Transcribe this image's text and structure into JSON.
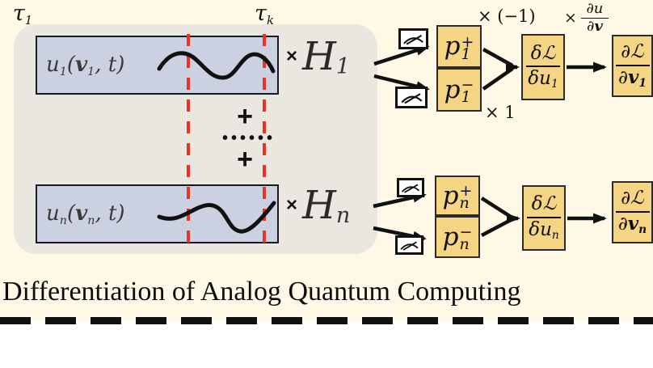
{
  "palette": {
    "background": "#FFF8E6",
    "panel": "#E9E7E0",
    "wave_box": "#CBD1E0",
    "operator_box": "#F5D584",
    "time_marker_red": "#EE3123",
    "ink": "#111111"
  },
  "icons": {
    "measurement": "gauge-icon"
  },
  "panel": {
    "tau": [
      {
        "base": "τ",
        "sub": "1"
      },
      {
        "base": "τ",
        "sub": "k"
      }
    ],
    "waves": [
      {
        "base": "u",
        "sub": "1",
        "open": "(",
        "v": "v",
        "vsub": "1",
        "close": ", t)"
      },
      {
        "base": "u",
        "sub": "n",
        "open": "(",
        "v": "v",
        "vsub": "n",
        "close": ", t)"
      }
    ],
    "plus_top": "+",
    "dots": "••••••",
    "plus_bottom": "+"
  },
  "hamiltonians": [
    {
      "times": "×",
      "base": "H",
      "sub": "1"
    },
    {
      "times": "×",
      "base": "H",
      "sub": "n"
    }
  ],
  "prob_boxes": [
    {
      "base": "p",
      "sub": "1",
      "sup": "+"
    },
    {
      "base": "p",
      "sub": "1",
      "sup": "−"
    },
    {
      "base": "p",
      "sub": "n",
      "sup": "+"
    },
    {
      "base": "p",
      "sub": "n",
      "sup": "−"
    }
  ],
  "grad_u_boxes": [
    {
      "num": "δℒ",
      "den_base": "δu",
      "den_sub": "1"
    },
    {
      "num": "δℒ",
      "den_base": "δu",
      "den_sub": "n"
    }
  ],
  "grad_v_boxes": [
    {
      "num": "∂ℒ",
      "den_d": "∂",
      "den_v": "v",
      "den_sub": "1"
    },
    {
      "num": "∂ℒ",
      "den_d": "∂",
      "den_v": "v",
      "den_sub": "n"
    }
  ],
  "multipliers": {
    "minus_one": "× (−1)",
    "one": "× 1",
    "du_dv": {
      "times": "×",
      "num": "∂u",
      "den_d": "∂",
      "den_v": "v"
    }
  },
  "caption": "Differentiation of Analog Quantum Computing"
}
